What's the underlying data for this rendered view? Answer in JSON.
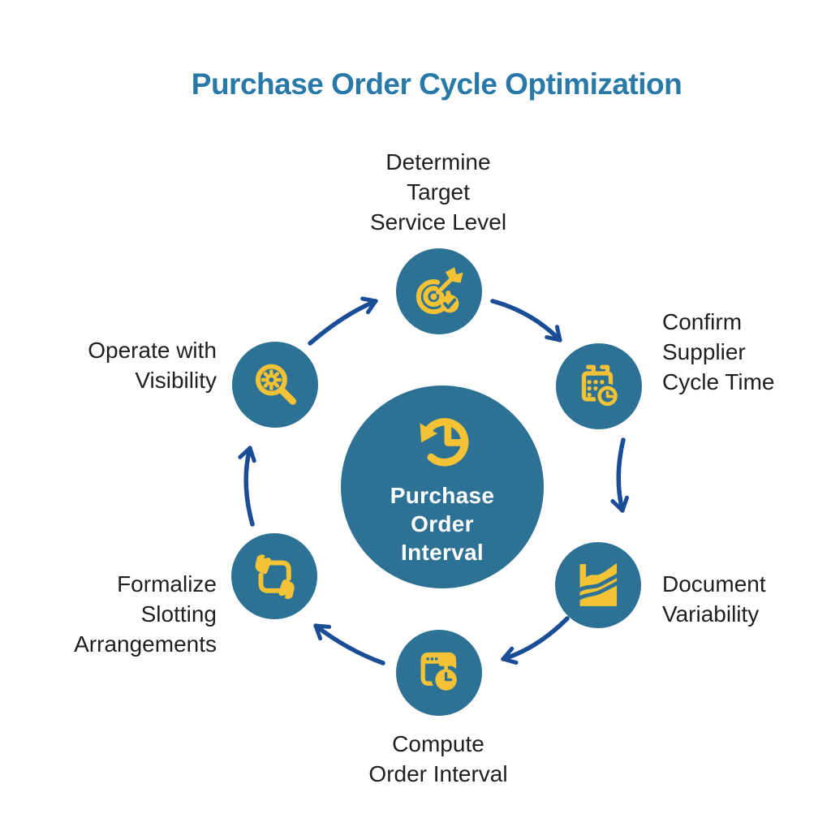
{
  "title": "Purchase Order Cycle Optimization",
  "hub": {
    "icon": "history-clock-icon",
    "lines": [
      "Purchase",
      "Order",
      "Interval"
    ]
  },
  "nodes": [
    {
      "id": "determine-target-service-level",
      "icon": "target-check-icon",
      "lines": [
        "Determine",
        "Target",
        "Service Level"
      ]
    },
    {
      "id": "confirm-supplier-cycle-time",
      "icon": "calendar-clock-icon",
      "lines": [
        "Confirm",
        "Supplier",
        "Cycle Time"
      ]
    },
    {
      "id": "document-variability",
      "icon": "area-chart-icon",
      "lines": [
        "Document",
        "Variability"
      ]
    },
    {
      "id": "compute-order-interval",
      "icon": "window-stopwatch-icon",
      "lines": [
        "Compute",
        "Order Interval"
      ]
    },
    {
      "id": "formalize-slotting-arrangements",
      "icon": "document-handoff-icon",
      "lines": [
        "Formalize",
        "Slotting",
        "Arrangements"
      ]
    },
    {
      "id": "operate-with-visibility",
      "icon": "magnifier-gear-icon",
      "lines": [
        "Operate with",
        "Visibility"
      ]
    }
  ],
  "flow": {
    "direction": "clockwise",
    "arrows": [
      {
        "from": "operate-with-visibility",
        "to": "determine-target-service-level"
      },
      {
        "from": "determine-target-service-level",
        "to": "confirm-supplier-cycle-time"
      },
      {
        "from": "confirm-supplier-cycle-time",
        "to": "document-variability"
      },
      {
        "from": "document-variability",
        "to": "compute-order-interval"
      },
      {
        "from": "compute-order-interval",
        "to": "formalize-slotting-arrangements"
      },
      {
        "from": "formalize-slotting-arrangements",
        "to": "operate-with-visibility"
      }
    ]
  },
  "colors": {
    "title_blue": "#2878A8",
    "circle_blue": "#2D7295",
    "icon_yellow": "#F3C235",
    "arrow_navy": "#1B4D96",
    "label_dark": "#1F1F1F",
    "hub_text": "#FFFFFF",
    "background": "#FFFFFF"
  }
}
